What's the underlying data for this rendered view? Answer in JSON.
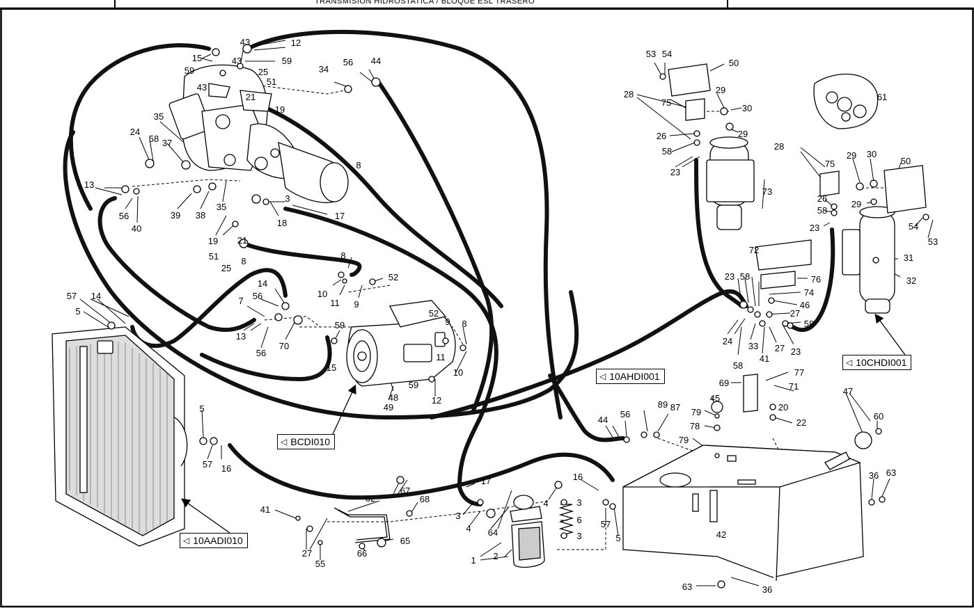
{
  "header": {
    "title": "TRANSMISION HIDROSTATICA / BLOQUE ESL TRASERO"
  },
  "references": [
    {
      "id": "ref-bcdi010",
      "label": "BCDI010"
    },
    {
      "id": "ref-10aadi010",
      "label": "10AADI010"
    },
    {
      "id": "ref-10ahdi001",
      "label": "10AHDI001"
    },
    {
      "id": "ref-10chdi001",
      "label": "10CHDI001"
    }
  ],
  "callouts": [
    "1",
    "2",
    "3",
    "4",
    "5",
    "6",
    "7",
    "8",
    "9",
    "10",
    "11",
    "12",
    "13",
    "14",
    "15",
    "16",
    "17",
    "18",
    "19",
    "20",
    "21",
    "22",
    "23",
    "24",
    "25",
    "26",
    "27",
    "28",
    "29",
    "30",
    "31",
    "32",
    "33",
    "34",
    "35",
    "36",
    "37",
    "38",
    "39",
    "40",
    "41",
    "42",
    "43",
    "44",
    "45",
    "46",
    "47",
    "48",
    "49",
    "50",
    "51",
    "52",
    "53",
    "54",
    "55",
    "56",
    "57",
    "58",
    "59",
    "60",
    "61",
    "62",
    "63",
    "64",
    "65",
    "66",
    "67",
    "68",
    "69",
    "70",
    "71",
    "72",
    "73",
    "74",
    "75",
    "76",
    "77",
    "78",
    "79",
    "87",
    "89"
  ]
}
